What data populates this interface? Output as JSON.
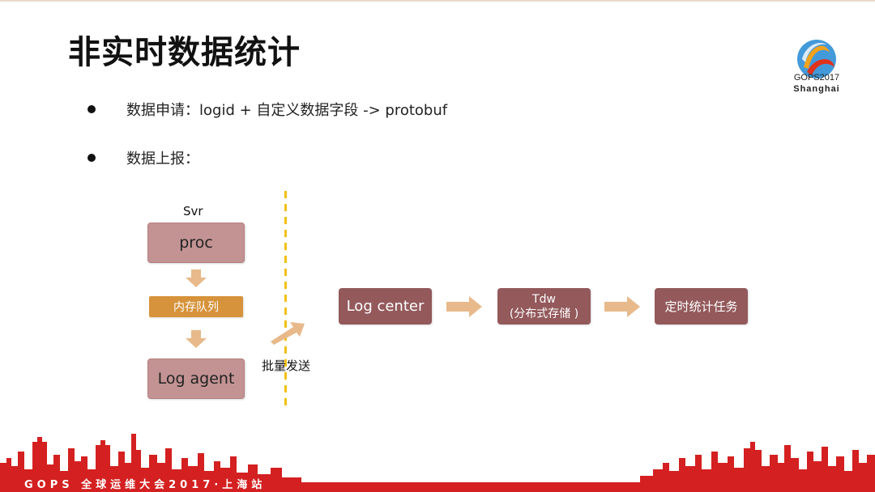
{
  "title": "非实时数据统计",
  "logo": {
    "line1": "GOPS2017",
    "line2": "Shanghai"
  },
  "bullets": [
    "数据申请：logid + 自定义数据字段 -> protobuf",
    "数据上报："
  ],
  "diagram": {
    "svr_label": "Svr",
    "proc": "proc",
    "queue": "内存队列",
    "agent": "Log agent",
    "batch": "批量发送",
    "log_center": "Log center",
    "tdw_line1": "Tdw",
    "tdw_line2": "(分布式存储 )",
    "task": "定时统计任务"
  },
  "footer": "GOPS 全球运维大会2017·上海站",
  "colors": {
    "box_light": "#c39393",
    "box_dark": "#93595b",
    "queue": "#d6933b",
    "arrow": "#e8b98a",
    "divider": "#f2c010",
    "skyline": "#d42020"
  }
}
